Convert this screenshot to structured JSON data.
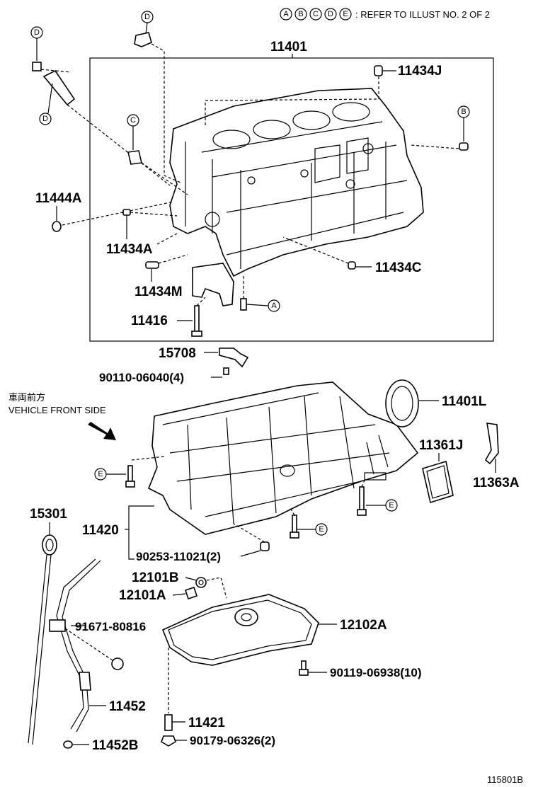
{
  "header": {
    "ref_letters": [
      "A",
      "B",
      "C",
      "D",
      "E"
    ],
    "ref_note": ": REFER TO ILLUST NO. 2 OF 2"
  },
  "orientation": {
    "jp": "車両前方",
    "en": "VEHICLE FRONT SIDE"
  },
  "parts": {
    "p11401": "11401",
    "p11434J": "11434J",
    "p11444A": "11444A",
    "p11434A": "11434A",
    "p11434C": "11434C",
    "p11434M": "11434M",
    "p11416": "11416",
    "p15708": "15708",
    "p90110": "90110-06040(4)",
    "p11401L": "11401L",
    "p11361J": "11361J",
    "p11363A": "11363A",
    "p15301": "15301",
    "p11420": "11420",
    "p90253": "90253-11021(2)",
    "p12101B": "12101B",
    "p12101A": "12101A",
    "p91671": "91671-80816",
    "p12102A": "12102A",
    "p90119": "90119-06938(10)",
    "p11452": "11452",
    "p11421": "11421",
    "p90179": "90179-06326(2)",
    "p11452B": "11452B"
  },
  "callouts": {
    "D_top": "D",
    "D_left": "D",
    "D_left2": "D",
    "C": "C",
    "B": "B",
    "A": "A",
    "E1": "E",
    "E2": "E",
    "E3": "E"
  },
  "illustration_id": "115801B"
}
